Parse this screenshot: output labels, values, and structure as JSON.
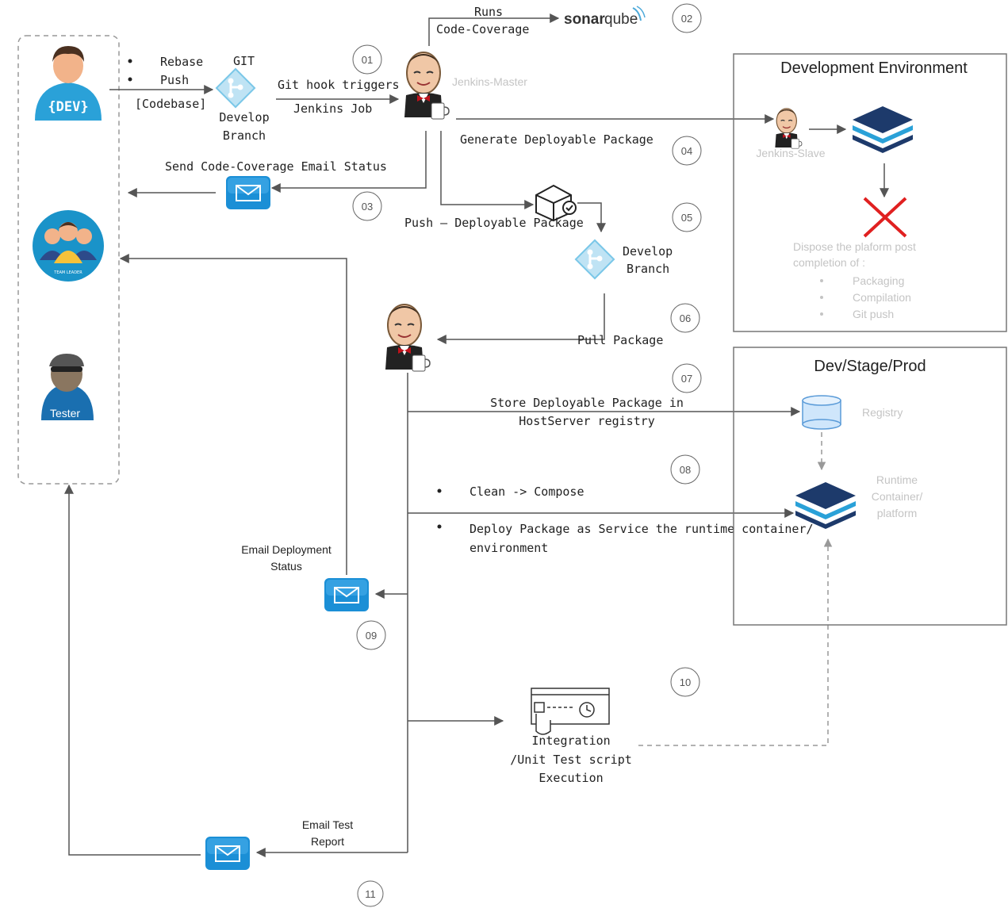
{
  "actors": {
    "dev_badge": "{DEV}",
    "team_leader_badge": "TEAM LEADER",
    "tester_label": "Tester"
  },
  "dev_actions": {
    "rebase": "Rebase",
    "push": "Push",
    "codebase": "[Codebase]"
  },
  "git": {
    "label": "GIT",
    "branch_line1": "Develop",
    "branch_line2": "Branch"
  },
  "hook": {
    "line1": "Git hook triggers",
    "line2": "Jenkins Job"
  },
  "jenkins_master_label": "Jenkins-Master",
  "sonar": {
    "runs": "Runs",
    "coverage": "Code-Coverage",
    "logo_left": "sonar",
    "logo_right": "qube"
  },
  "steps": [
    "01",
    "02",
    "03",
    "04",
    "05",
    "06",
    "07",
    "08",
    "09",
    "10",
    "11"
  ],
  "email_status": "Send Code-Coverage Email Status",
  "generate_package": "Generate Deployable Package",
  "push_package": "Push – Deployable Package",
  "develop_branch2": {
    "line1": "Develop",
    "line2": "Branch"
  },
  "pull_package": "Pull Package",
  "store_package": {
    "line1": "Store Deployable Package in",
    "line2": "HostServer registry"
  },
  "clean_compose": "Clean -> Compose",
  "deploy": {
    "line1": "Deploy Package as Service the runtime container/",
    "line2": "environment"
  },
  "email_deployment": {
    "line1": "Email Deployment",
    "line2": "Status"
  },
  "integration": {
    "line1": "Integration",
    "line2": "/Unit Test script",
    "line3": "Execution"
  },
  "email_test": {
    "line1": "Email Test",
    "line2": "Report"
  },
  "dev_env": {
    "title": "Development Environment",
    "jenkins_slave": "Jenkins-Slave",
    "dispose_line1": "Dispose the plaform post",
    "dispose_line2": "completion of :",
    "items": [
      "Packaging",
      "Compilation",
      "Git push"
    ]
  },
  "stage_env": {
    "title": "Dev/Stage/Prod",
    "registry": "Registry",
    "runtime_line1": "Runtime",
    "runtime_line2": "Container/",
    "runtime_line3": "platform"
  },
  "colors": {
    "email_blue": "#1b8fd6",
    "layer_dark": "#1d3a6b",
    "layer_mid": "#2aa1d8",
    "registry_fill": "#cfe6fb",
    "cross_red": "#e02020",
    "git_teal": "#7ac7e8"
  }
}
